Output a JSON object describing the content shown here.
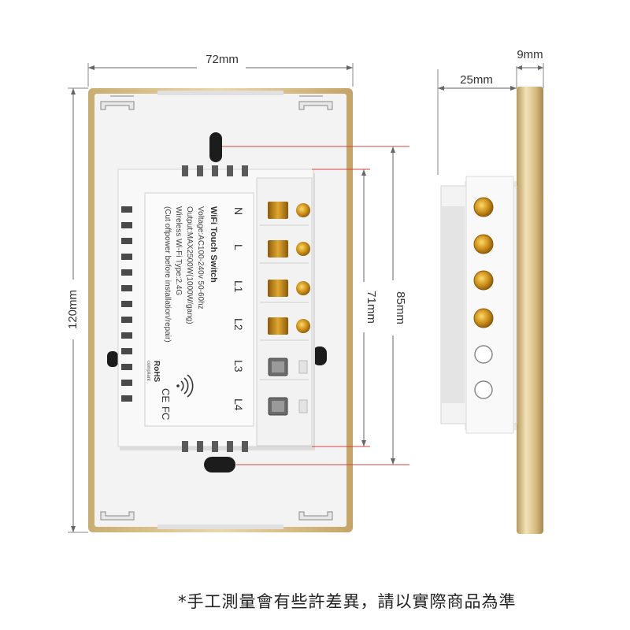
{
  "dimensions": {
    "width": "72mm",
    "height": "120mm",
    "module_height": "71mm",
    "screw_span": "85mm",
    "side_depth": "25mm",
    "plate_thickness": "9mm"
  },
  "module_label": {
    "title": "WiFi Touch Switch",
    "lines": [
      "Voltage:AC100-240v 50-60hz",
      "Output:MAX2500W(1000W/gang)",
      "Wireless Wi-Fi Type:2.4G",
      "(Cut offpower before installation/repair)"
    ],
    "rohs": "RoHS",
    "rohs_sub": "compliant",
    "ce": "CE",
    "fc": "FC"
  },
  "terminals": [
    "N",
    "L",
    "L1",
    "L2",
    "L3",
    "L4"
  ],
  "disclaimer": "*手工測量會有些許差異，請以實際商品為準",
  "colors": {
    "gold_frame": "#d9c08a",
    "plate": "#f4f4f4",
    "module": "#f7f7f7",
    "brass": "#c98c16",
    "dim_line": "#d94040"
  }
}
